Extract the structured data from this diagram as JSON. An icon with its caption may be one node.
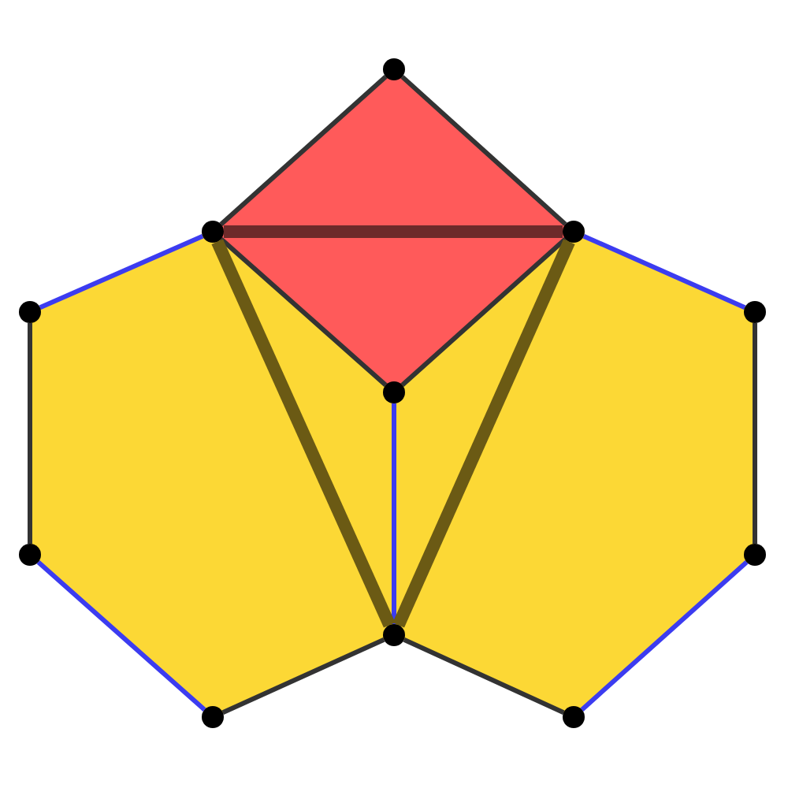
{
  "diagram": {
    "nodes": [
      {
        "text": [],
        "shape": "circle"
      },
      {
        "text": [],
        "shape": "circle"
      },
      {
        "text": [],
        "shape": "circle"
      },
      {
        "text": [],
        "shape": "circle"
      },
      {
        "text": [],
        "shape": "circle"
      },
      {
        "text": [],
        "shape": "circle"
      },
      {
        "text": [],
        "shape": "circle"
      },
      {
        "text": [],
        "shape": "circle"
      },
      {
        "text": [],
        "shape": "circle"
      },
      {
        "text": [],
        "shape": "circle"
      },
      {
        "text": [],
        "shape": "circle"
      }
    ],
    "edges": [
      {
        "from": 0,
        "to": 1,
        "arrow": "none"
      },
      {
        "from": 0,
        "to": 2,
        "arrow": "none"
      },
      {
        "from": 1,
        "to": 2,
        "arrow": "none",
        "style": "thick",
        "color": "#6e2a2a"
      },
      {
        "from": 1,
        "to": 5,
        "arrow": "none"
      },
      {
        "from": 2,
        "to": 5,
        "arrow": "none"
      },
      {
        "from": 1,
        "to": 3,
        "arrow": "none",
        "color": "#3c3cf0"
      },
      {
        "from": 2,
        "to": 4,
        "arrow": "none",
        "color": "#3c3cf0"
      },
      {
        "from": 3,
        "to": 6,
        "arrow": "none"
      },
      {
        "from": 4,
        "to": 7,
        "arrow": "none"
      },
      {
        "from": 5,
        "to": 8,
        "arrow": "none",
        "color": "#3c3cf0"
      },
      {
        "from": 1,
        "to": 8,
        "arrow": "none",
        "style": "thick",
        "color": "#6b5a14"
      },
      {
        "from": 2,
        "to": 8,
        "arrow": "none",
        "style": "thick",
        "color": "#6b5a14"
      },
      {
        "from": 6,
        "to": 9,
        "arrow": "none",
        "color": "#3c3cf0"
      },
      {
        "from": 7,
        "to": 10,
        "arrow": "none",
        "color": "#3c3cf0"
      },
      {
        "from": 9,
        "to": 8,
        "arrow": "none"
      },
      {
        "from": 10,
        "to": 8,
        "arrow": "none"
      }
    ]
  }
}
